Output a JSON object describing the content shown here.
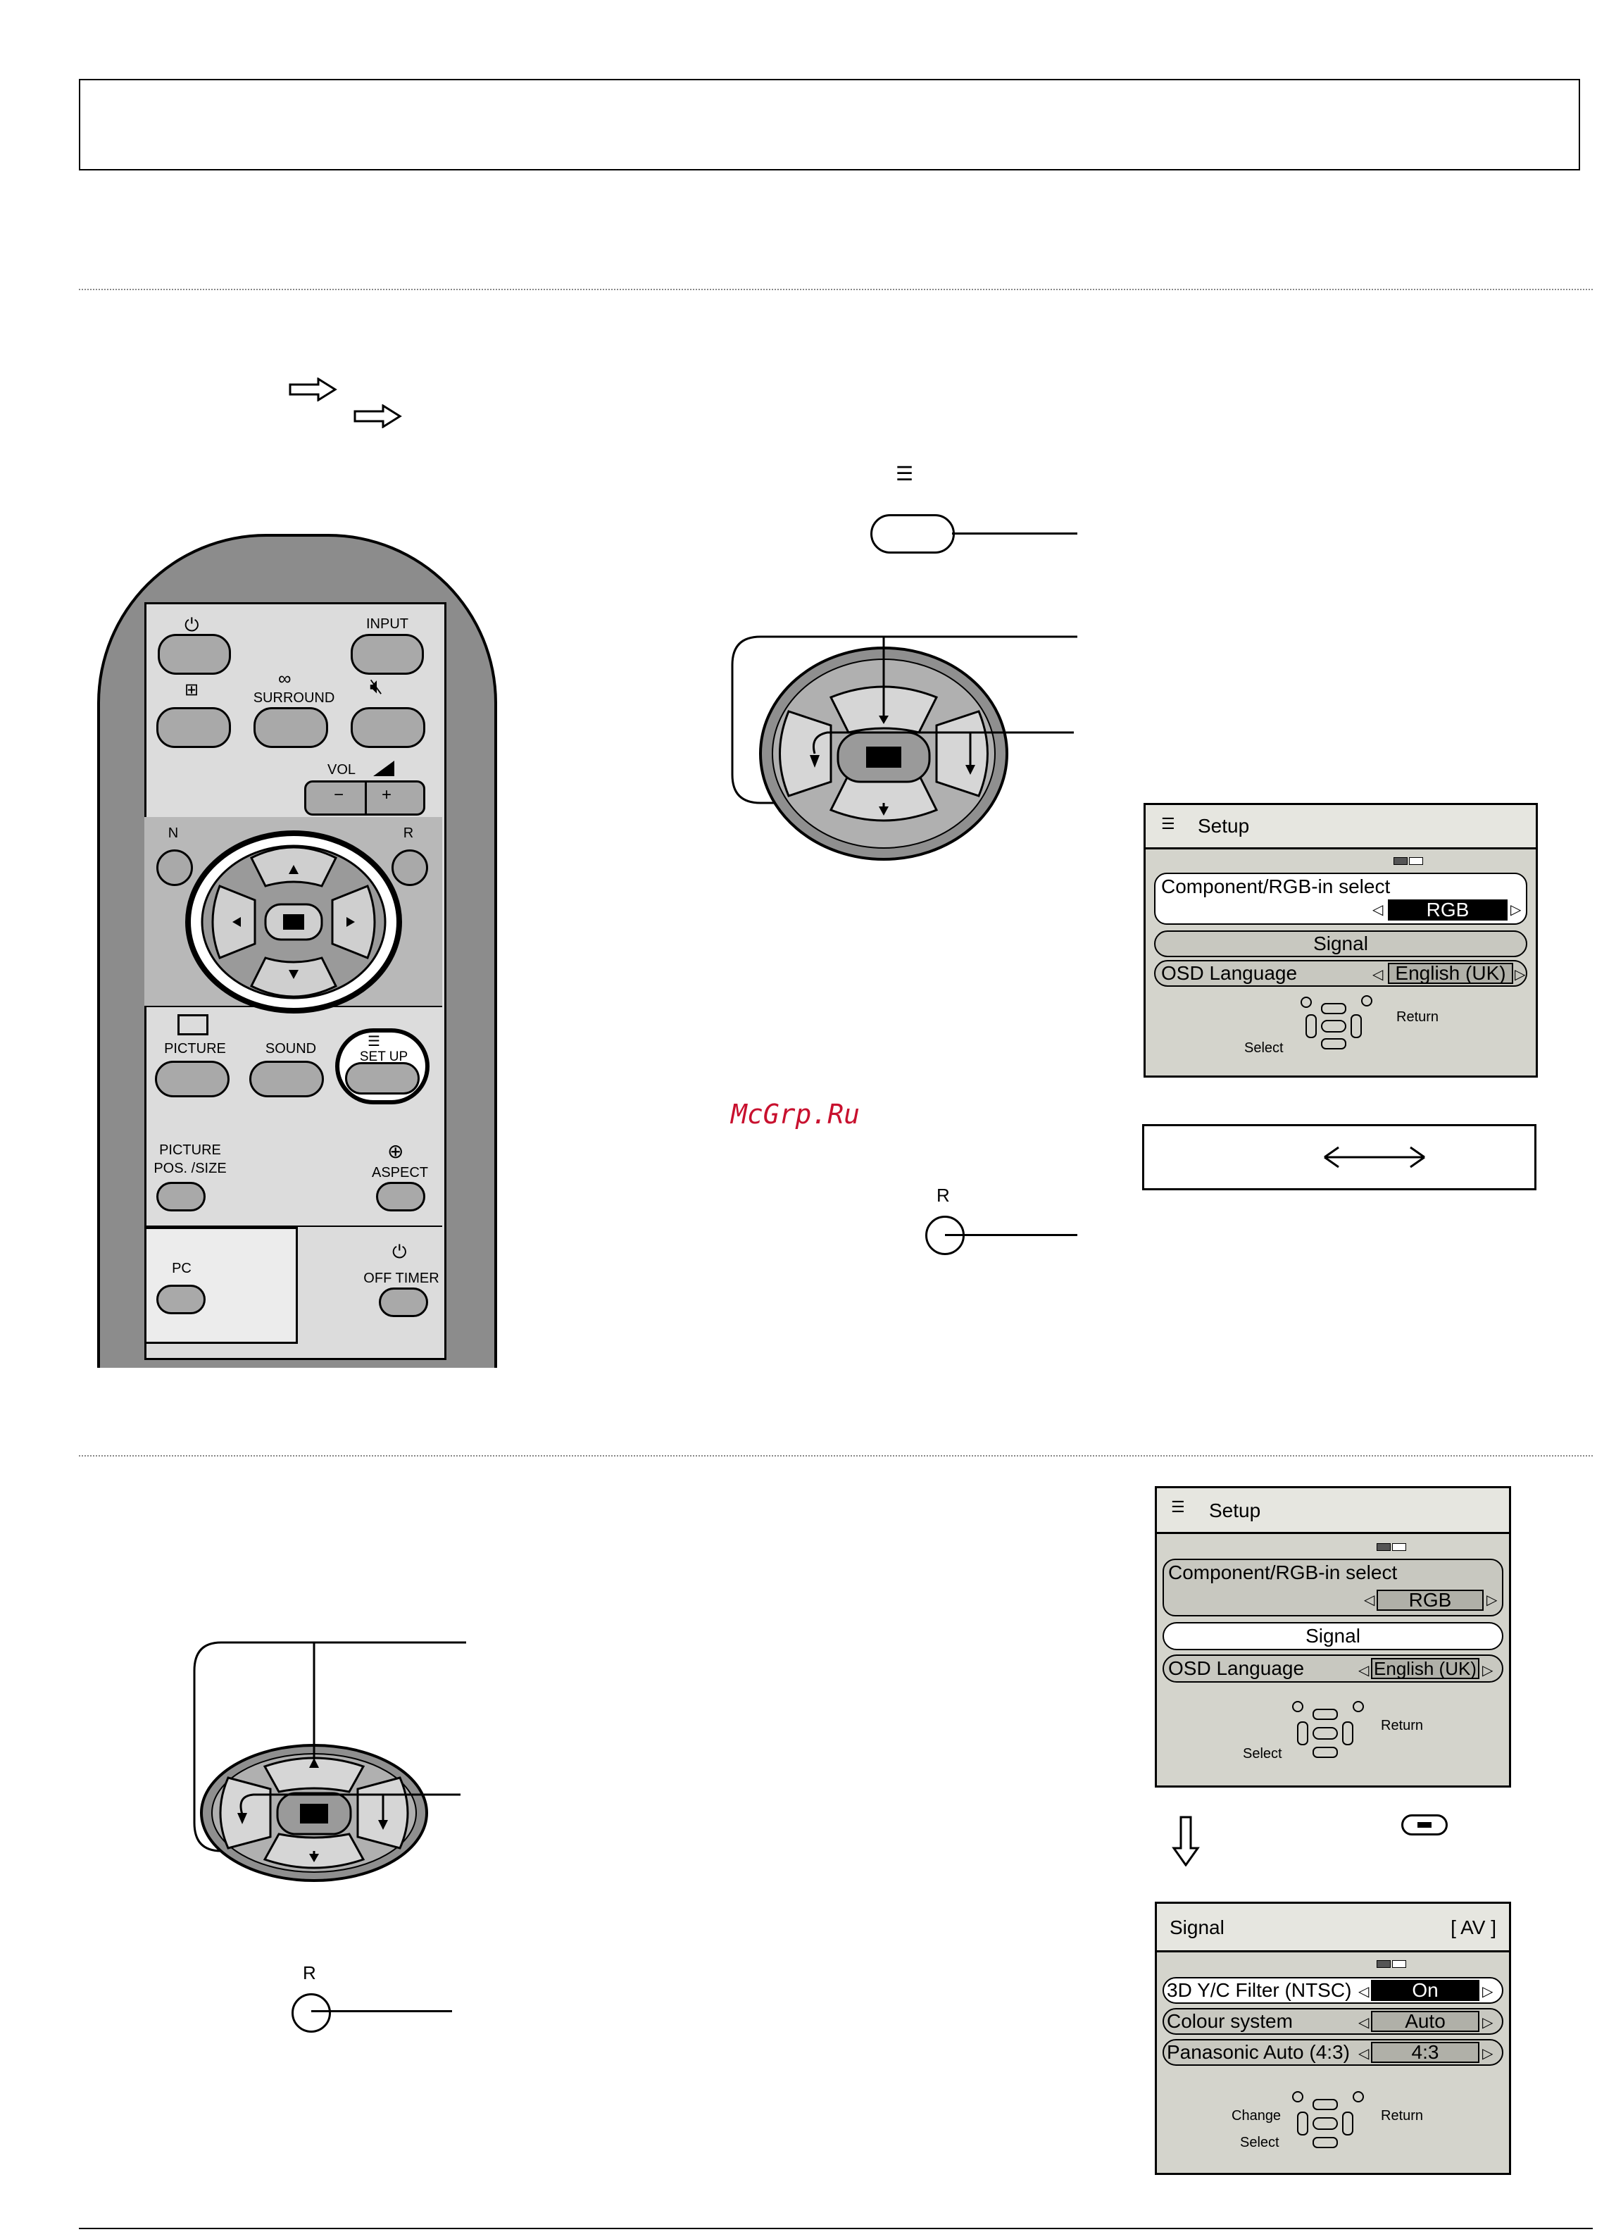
{
  "watermark": "McGrp.Ru",
  "remote": {
    "input_label": "INPUT",
    "surround_label": "SURROUND",
    "vol_label": "VOL",
    "vol_minus": "−",
    "vol_plus": "+",
    "n_label": "N",
    "r_label": "R",
    "picture_label": "PICTURE",
    "sound_label": "SOUND",
    "setup_label": "SET UP",
    "picture_pos_label": "PICTURE\nPOS. /SIZE",
    "aspect_label": "ASPECT",
    "pc_label": "PC",
    "off_timer_label": "OFF TIMER"
  },
  "r_button_label_1": "R",
  "r_button_label_2": "R",
  "setup_screen_1": {
    "title": "Setup",
    "row1_label": "Component/RGB-in select",
    "row1_value": "RGB",
    "row2_label": "Signal",
    "row3_label": "OSD  Language",
    "row3_value": "English (UK)",
    "return_label": "Return",
    "select_label": "Select"
  },
  "setup_screen_2": {
    "title": "Setup",
    "row1_label": "Component/RGB-in select",
    "row1_value": "RGB",
    "row2_label": "Signal",
    "row3_label": "OSD  Language",
    "row3_value": "English (UK)",
    "return_label": "Return",
    "select_label": "Select"
  },
  "signal_screen": {
    "title": "Signal",
    "mode": "[ AV ]",
    "row1_label": "3D  Y/C  Filter  (NTSC)",
    "row1_value": "On",
    "row2_label": "Colour  system",
    "row2_value": "Auto",
    "row3_label": "Panasonic  Auto  (4:3)",
    "row3_value": "4:3",
    "change_label": "Change",
    "return_label": "Return",
    "select_label": "Select"
  }
}
